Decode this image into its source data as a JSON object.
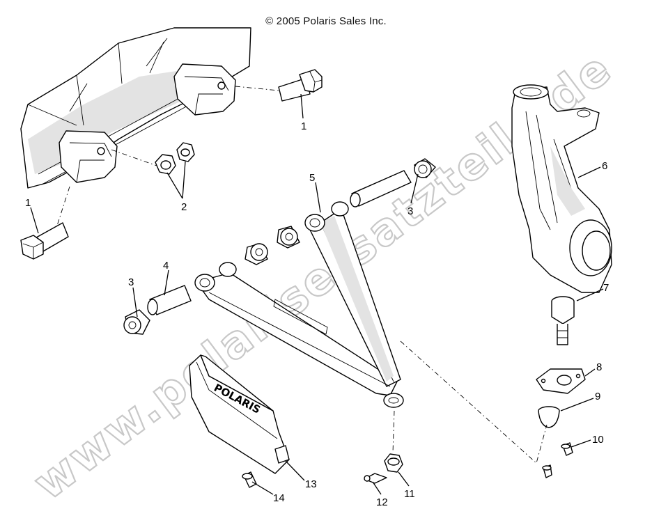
{
  "copyright": "© 2005 Polaris Sales Inc.",
  "watermark": "www.polarisersatzteile.de",
  "brand_on_guard": "POLARIS",
  "callouts": {
    "c1a": "1",
    "c1b": "1",
    "c2": "2",
    "c3a": "3",
    "c3b": "3",
    "c4": "4",
    "c5": "5",
    "c6": "6",
    "c7": "7",
    "c8": "8",
    "c9": "9",
    "c10": "10",
    "c11": "11",
    "c12": "12",
    "c13": "13",
    "c14": "14"
  }
}
